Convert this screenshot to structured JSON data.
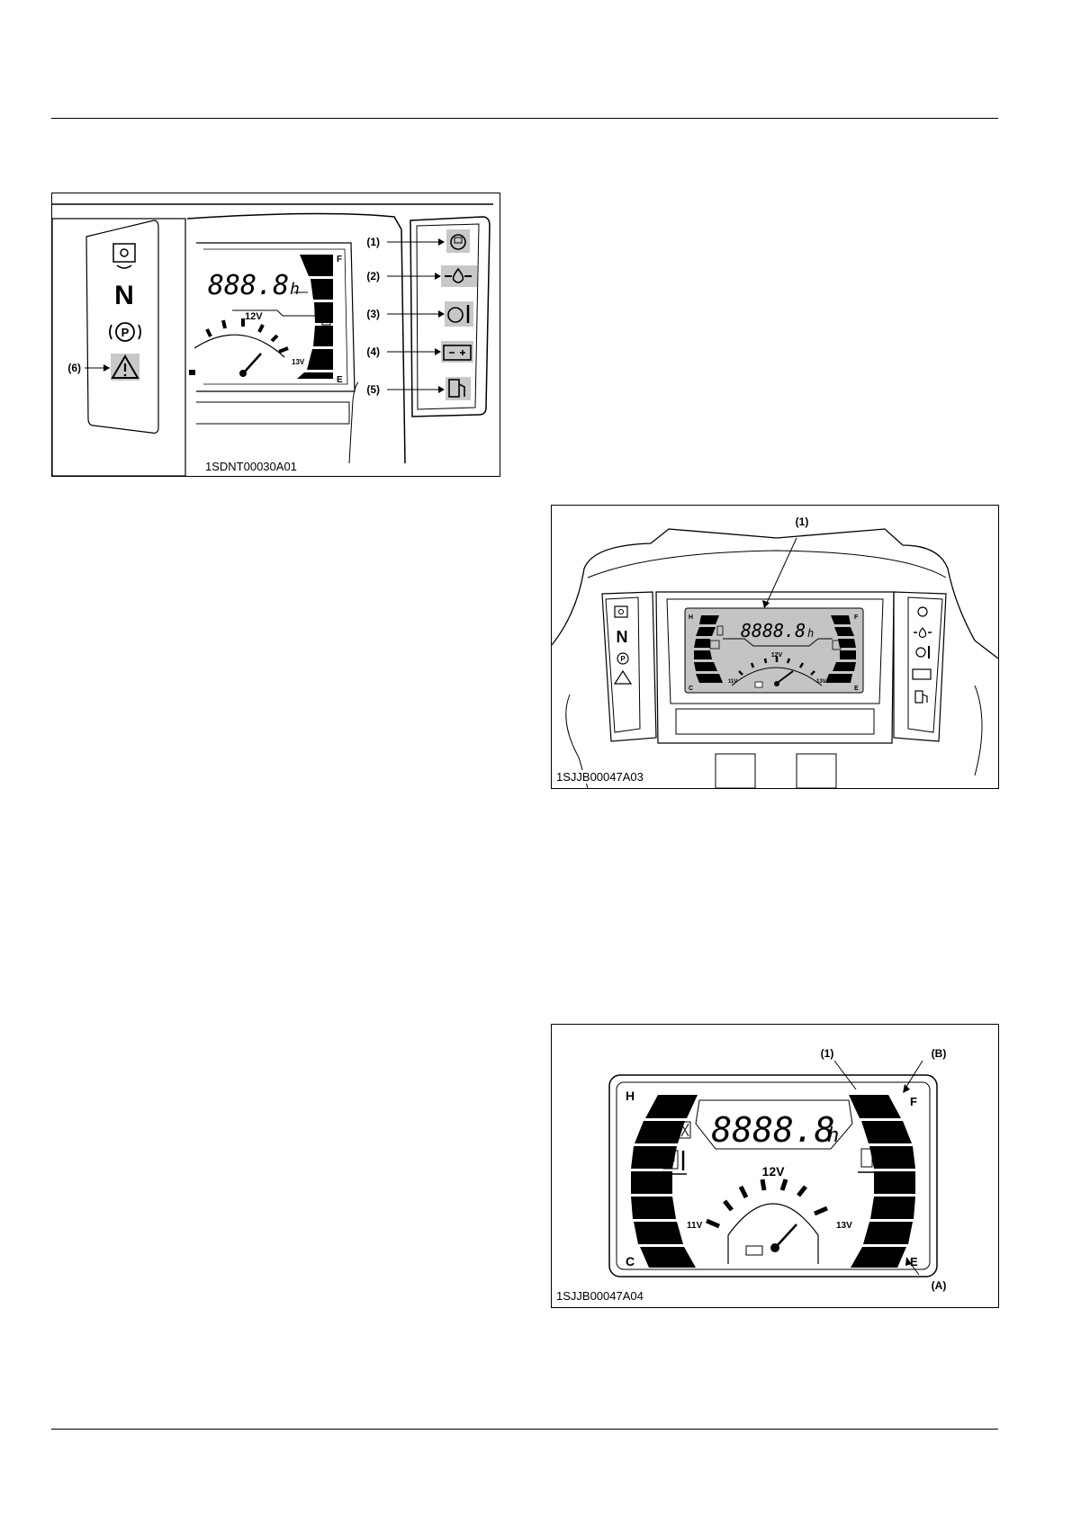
{
  "figures": [
    {
      "id": "1SDNT00030A01",
      "display": {
        "hour_reading": "888.8",
        "hour_unit": "h",
        "volt_mid": "12V",
        "volt_high": "13V",
        "fuel_full": "F",
        "fuel_empty": "E"
      },
      "left_panel": {
        "neutral": "N"
      },
      "callouts": [
        "(1)",
        "(2)",
        "(3)",
        "(4)",
        "(5)",
        "(6)"
      ],
      "icons": [
        "glow-plug-indicator-icon",
        "engine-oil-pressure-icon",
        "coolant-temperature-icon",
        "battery-charge-icon",
        "fuel-level-icon",
        "master-warning-icon"
      ]
    },
    {
      "id": "1SJJB00047A03",
      "callouts": [
        "(1)"
      ],
      "display": {
        "hour_reading": "8888.8",
        "hour_unit": "h",
        "volt_low": "11V",
        "volt_mid": "12V",
        "volt_high": "13V",
        "temp_hot": "H",
        "temp_cold": "C",
        "fuel_full": "F",
        "fuel_empty": "E"
      },
      "left_panel": {
        "neutral": "N"
      }
    },
    {
      "id": "1SJJB00047A04",
      "callouts": [
        "(1)",
        "(B)",
        "(A)"
      ],
      "display": {
        "hour_reading": "8888.8",
        "hour_unit": "h",
        "volt_low": "11V",
        "volt_mid": "12V",
        "volt_high": "13V",
        "temp_hot": "H",
        "temp_cold": "C",
        "fuel_full": "F",
        "fuel_empty": "E"
      }
    }
  ]
}
